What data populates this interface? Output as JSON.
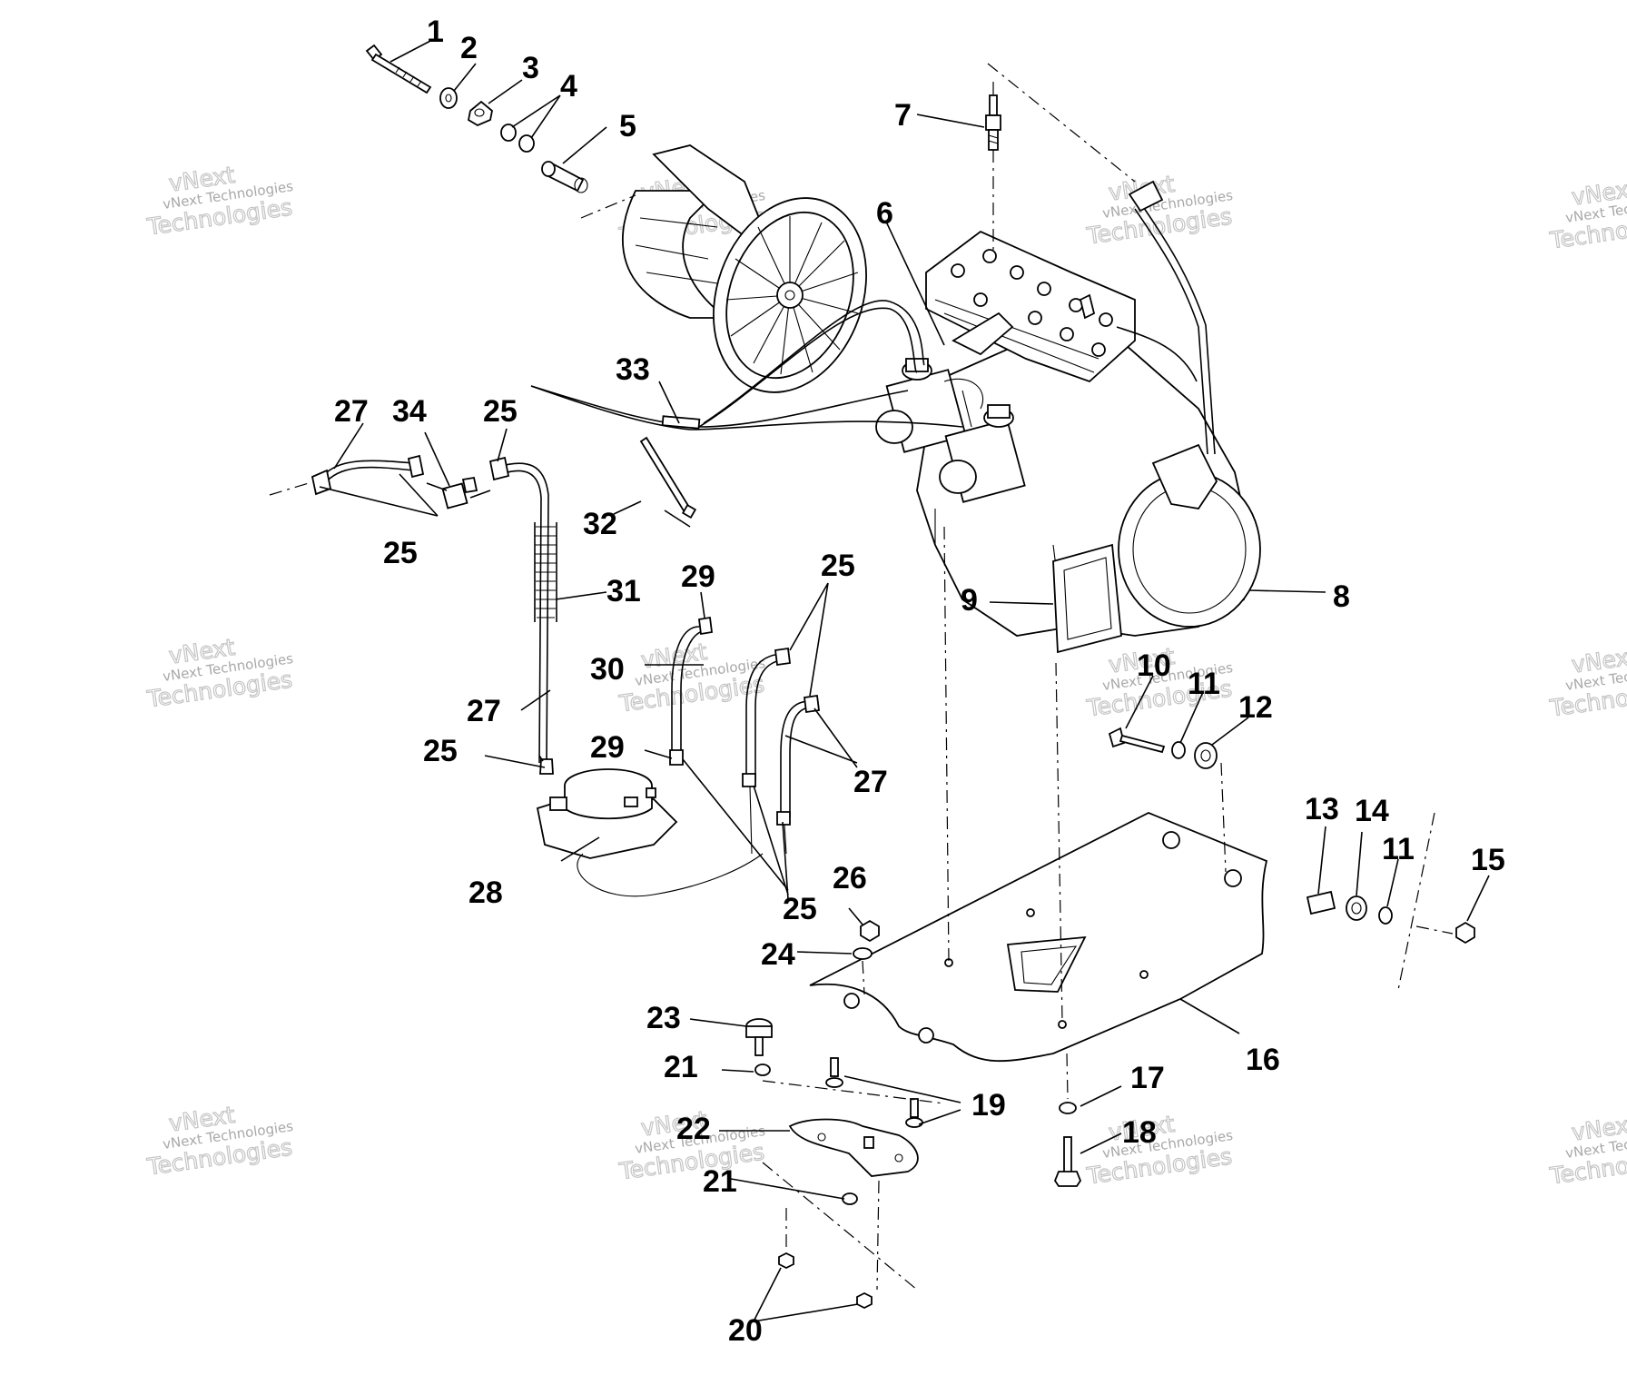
{
  "watermark": {
    "line1": "vNext Technologies",
    "line2": "vNext",
    "line3": "Technologies"
  },
  "callouts": [
    "1",
    "2",
    "3",
    "4",
    "5",
    "6",
    "7",
    "8",
    "9",
    "10",
    "11",
    "11",
    "12",
    "13",
    "14",
    "15",
    "16",
    "17",
    "18",
    "19",
    "20",
    "21",
    "21",
    "22",
    "23",
    "24",
    "25",
    "25",
    "25",
    "25",
    "25",
    "26",
    "27",
    "27",
    "27",
    "28",
    "29",
    "29",
    "30",
    "31",
    "32",
    "33",
    "34"
  ]
}
